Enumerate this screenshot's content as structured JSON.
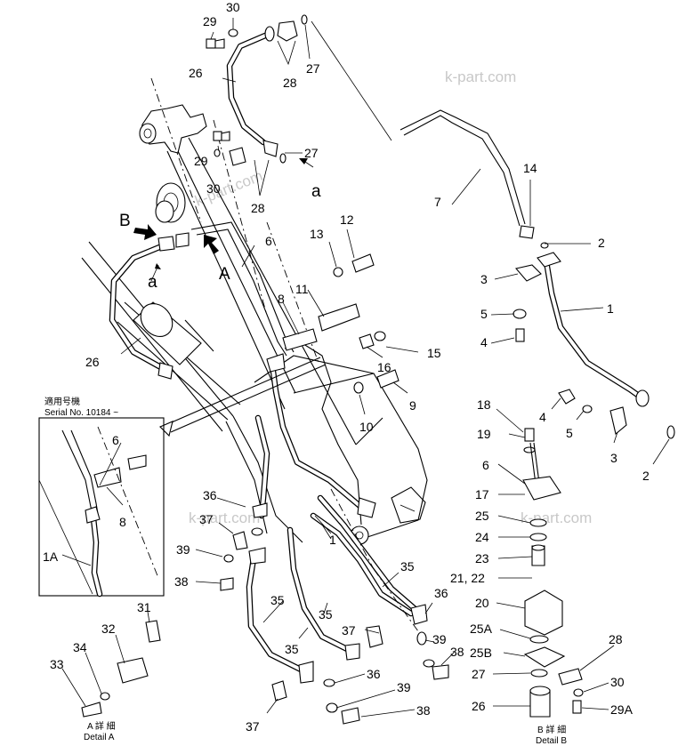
{
  "watermark": {
    "text": "k-part.com",
    "color": "#c8c8c8"
  },
  "callouts": [
    {
      "id": "c29-top",
      "text": "29"
    },
    {
      "id": "c30-top",
      "text": "30"
    },
    {
      "id": "c27-top",
      "text": "27"
    },
    {
      "id": "c28-top",
      "text": "28"
    },
    {
      "id": "c26-top",
      "text": "26"
    },
    {
      "id": "c29-mid",
      "text": "29"
    },
    {
      "id": "c30-mid",
      "text": "30"
    },
    {
      "id": "c27-mid",
      "text": "27"
    },
    {
      "id": "c28-mid",
      "text": "28"
    },
    {
      "id": "c-a-top",
      "text": "a"
    },
    {
      "id": "c7",
      "text": "7"
    },
    {
      "id": "c14",
      "text": "14"
    },
    {
      "id": "c2-top",
      "text": "2"
    },
    {
      "id": "c12",
      "text": "12"
    },
    {
      "id": "c13",
      "text": "13"
    },
    {
      "id": "c6-main",
      "text": "6"
    },
    {
      "id": "c-B-view",
      "text": "B"
    },
    {
      "id": "c-A-view",
      "text": "A"
    },
    {
      "id": "c-a-left",
      "text": "a"
    },
    {
      "id": "c3-top",
      "text": "3"
    },
    {
      "id": "c1-right",
      "text": "1"
    },
    {
      "id": "c5-top",
      "text": "5"
    },
    {
      "id": "c4-top",
      "text": "4"
    },
    {
      "id": "c11",
      "text": "11"
    },
    {
      "id": "c8-main",
      "text": "8"
    },
    {
      "id": "c15",
      "text": "15"
    },
    {
      "id": "c16",
      "text": "16"
    },
    {
      "id": "c26-left",
      "text": "26"
    },
    {
      "id": "c9",
      "text": "9"
    },
    {
      "id": "c10",
      "text": "10"
    },
    {
      "id": "c4-right",
      "text": "4"
    },
    {
      "id": "c5-right",
      "text": "5"
    },
    {
      "id": "c3-right",
      "text": "3"
    },
    {
      "id": "c2-right",
      "text": "2"
    },
    {
      "id": "c18",
      "text": "18"
    },
    {
      "id": "c19",
      "text": "19"
    },
    {
      "id": "c6-b",
      "text": "6"
    },
    {
      "id": "c17",
      "text": "17"
    },
    {
      "id": "c25",
      "text": "25"
    },
    {
      "id": "c24",
      "text": "24"
    },
    {
      "id": "c23",
      "text": "23"
    },
    {
      "id": "c21-22",
      "text": "21, 22"
    },
    {
      "id": "c20",
      "text": "20"
    },
    {
      "id": "c25A",
      "text": "25A"
    },
    {
      "id": "c25B",
      "text": "25B"
    },
    {
      "id": "c27-b",
      "text": "27"
    },
    {
      "id": "c26-b",
      "text": "26"
    },
    {
      "id": "c28-b",
      "text": "28"
    },
    {
      "id": "c30-b",
      "text": "30"
    },
    {
      "id": "c29A",
      "text": "29A"
    },
    {
      "id": "c36-left",
      "text": "36"
    },
    {
      "id": "c37-left",
      "text": "37"
    },
    {
      "id": "c39-left",
      "text": "39"
    },
    {
      "id": "c38-left",
      "text": "38"
    },
    {
      "id": "c1-center",
      "text": "1"
    },
    {
      "id": "c35-a",
      "text": "35"
    },
    {
      "id": "c35-b",
      "text": "35"
    },
    {
      "id": "c35-c",
      "text": "35"
    },
    {
      "id": "c35-d",
      "text": "35"
    },
    {
      "id": "c36-right",
      "text": "36"
    },
    {
      "id": "c37-right",
      "text": "37"
    },
    {
      "id": "c39-right",
      "text": "39"
    },
    {
      "id": "c38-right",
      "text": "38"
    },
    {
      "id": "c36-bottom",
      "text": "36"
    },
    {
      "id": "c39-bottom",
      "text": "39"
    },
    {
      "id": "c37-bottom",
      "text": "37"
    },
    {
      "id": "c38-bottom",
      "text": "38"
    },
    {
      "id": "c6-detail",
      "text": "6"
    },
    {
      "id": "c8-detail",
      "text": "8"
    },
    {
      "id": "c1A",
      "text": "1A"
    },
    {
      "id": "c31",
      "text": "31"
    },
    {
      "id": "c32",
      "text": "32"
    },
    {
      "id": "c34",
      "text": "34"
    },
    {
      "id": "c33",
      "text": "33"
    }
  ],
  "detail_a": {
    "serial_label_jp": "適用号機",
    "serial_label": "Serial No. 10184 ~",
    "caption_jp": "A 詳 細",
    "caption": "Detail A"
  },
  "detail_b": {
    "caption_jp": "B 詳 細",
    "caption": "Detail B"
  }
}
